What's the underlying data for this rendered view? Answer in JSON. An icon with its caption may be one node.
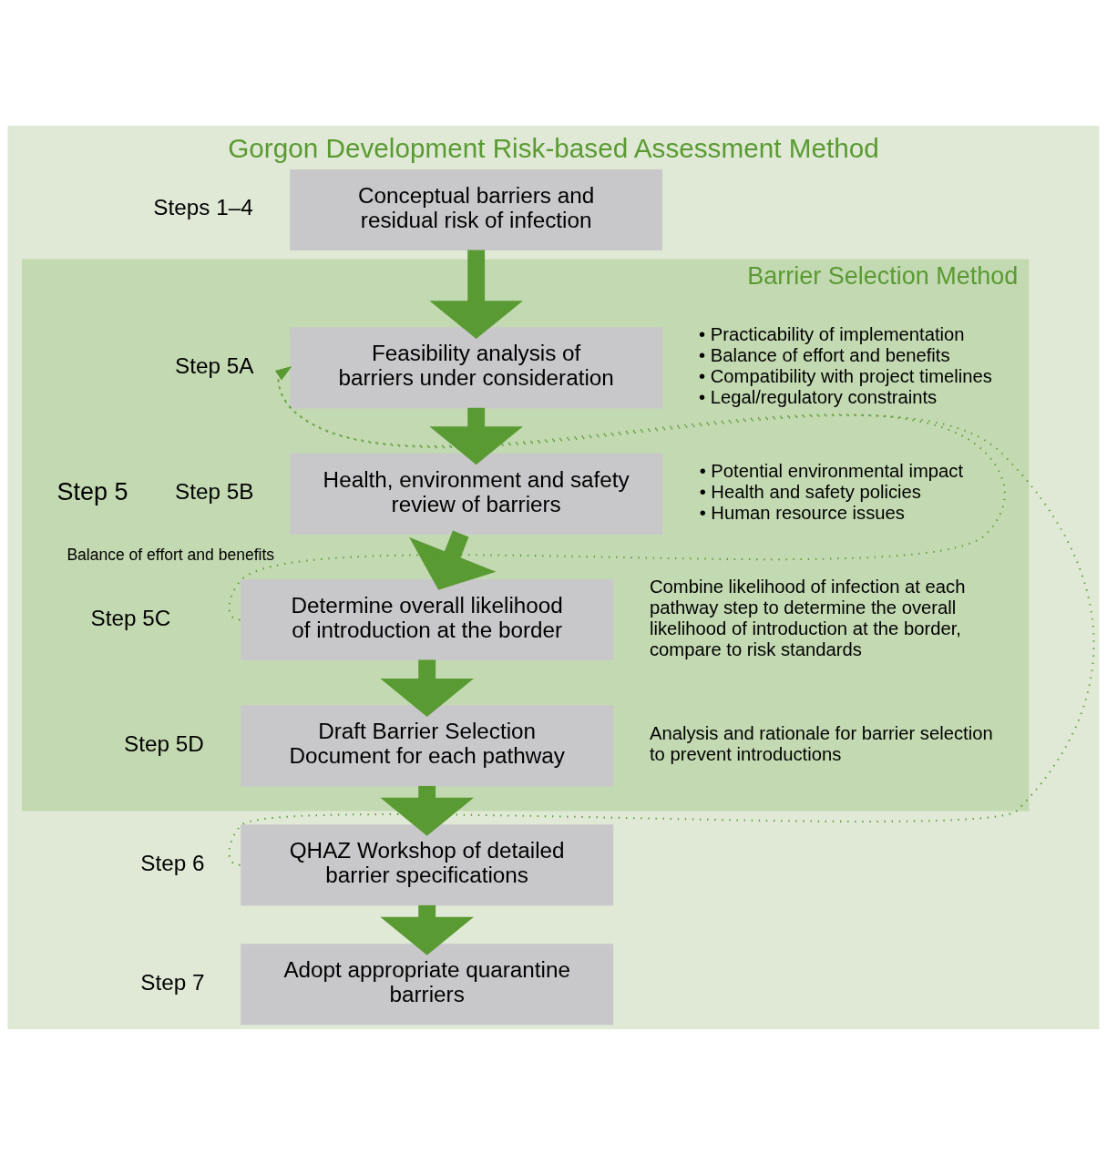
{
  "diagram": {
    "title": "Gorgon Development Risk-based Assessment Method",
    "nodes": [
      {
        "text": [
          "Conceptual barriers and residual risk of infection"
        ],
        "beside": [
          "Steps 1–4"
        ]
      },
      {
        "text": [
          "Barrier Selection Method"
        ]
      },
      {
        "text": [
          "Feasibility analysis of barriers under consideration"
        ],
        "in": 1,
        "beside": [
          "Step 5A",
          "• Practicability of implementation",
          "• Balance of effort and benefits",
          "• Compatibility with project timelines",
          "• Legal/regulatory constraints"
        ]
      },
      {
        "text": [
          "Health, environment and safety review of barriers"
        ],
        "in": 1,
        "beside": [
          "Step 5B",
          "• Potential environmental impact",
          "• Health and safety policies",
          "• Human resource issues"
        ]
      },
      {
        "text": [
          "Determine overall likelihood of introduction at the border"
        ],
        "in": 1,
        "beside": [
          "Step 5C",
          "Combine likelihood of infection at each pathway step to determine the overall likelihood of introduction at the border, compare to risk standards"
        ]
      },
      {
        "text": [
          "Draft Barrier Selection Document for each pathway"
        ],
        "in": 1,
        "beside": [
          "Step 5D",
          "Analysis and rationale for barrier selection to prevent introductions"
        ]
      },
      {
        "text": [
          "QHAZ Workshop of detailed barrier specifications"
        ],
        "beside": [
          "Step 6"
        ]
      },
      {
        "text": [
          "Adopt appropriate quarantine barriers"
        ],
        "beside": [
          "Step 7"
        ]
      }
    ],
    "edges": [
      {
        "from": 0,
        "to": 2,
        "arrow": "to"
      },
      {
        "from": 2,
        "to": 3,
        "arrow": "to"
      },
      {
        "from": 3,
        "to": 4,
        "arrow": "to"
      },
      {
        "from": 4,
        "to": 5,
        "arrow": "to"
      },
      {
        "from": 5,
        "to": 6,
        "arrow": "to"
      },
      {
        "from": 6,
        "to": 7,
        "arrow": "to"
      },
      {
        "from": 4,
        "to": 2,
        "arrow": "to",
        "style": "dashed",
        "label": "Balance of effort and benefits"
      },
      {
        "from": 6,
        "to": 2,
        "arrow": "to",
        "style": "dashed"
      }
    ],
    "labels": [
      "Step 5"
    ]
  }
}
